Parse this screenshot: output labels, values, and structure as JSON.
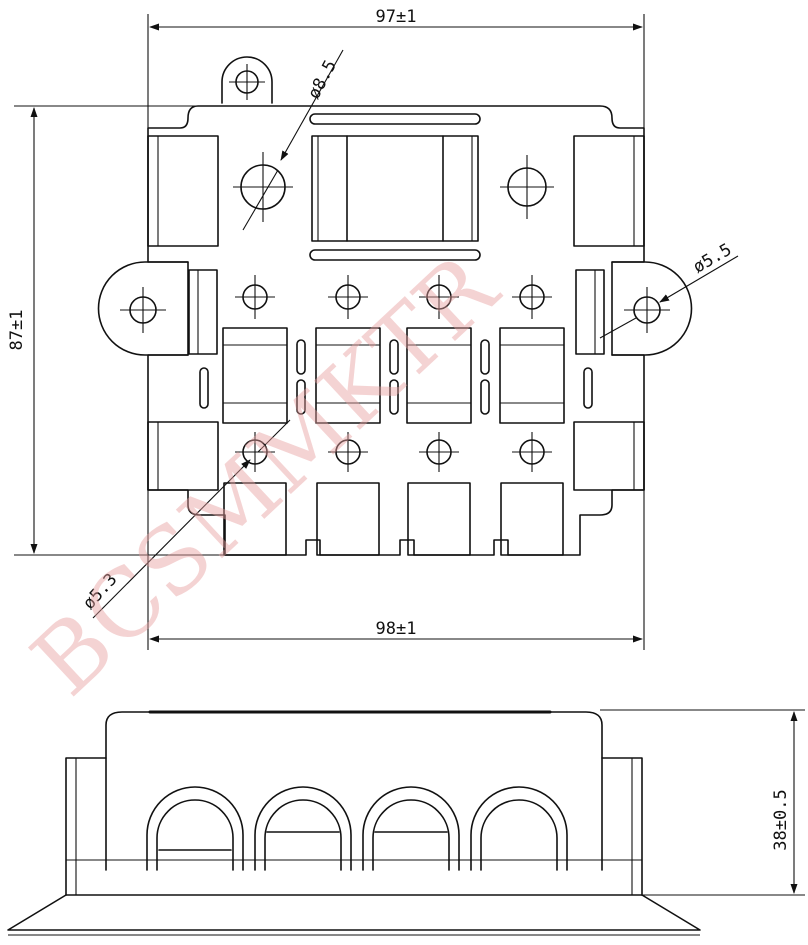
{
  "dimensions": {
    "top_width": "97±1",
    "bottom_width": "98±1",
    "height": "87±1",
    "side_height": "38±0.5",
    "hole_large": "ø8.5",
    "hole_side": "ø5.5",
    "hole_small": "ø5.3"
  },
  "watermark": "BCSMMKTR"
}
